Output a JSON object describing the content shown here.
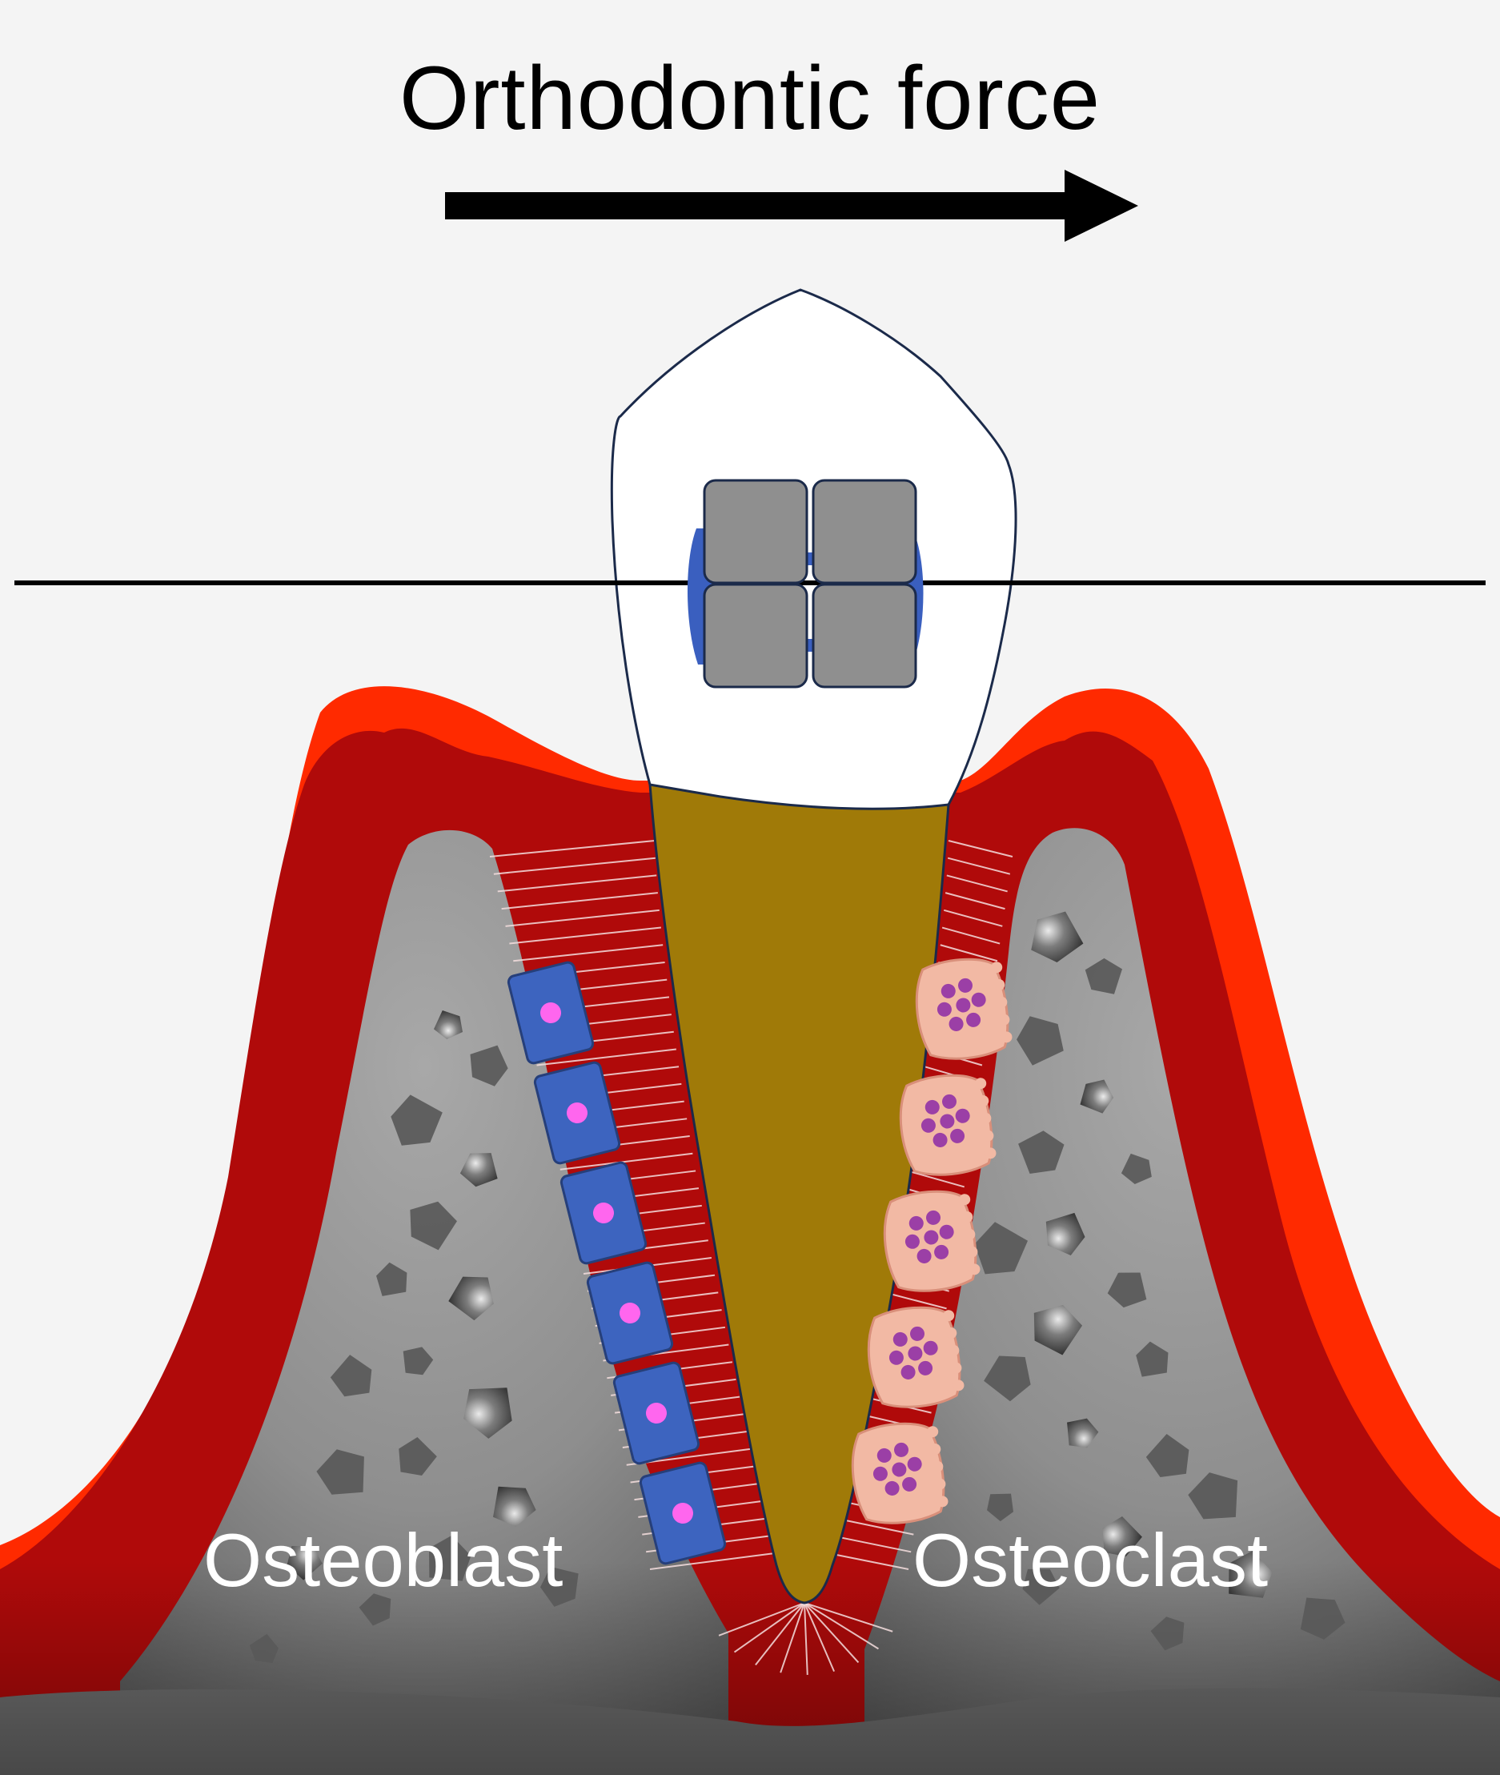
{
  "title": "Orthodontic force",
  "labels": {
    "osteoblast": "Osteoblast",
    "osteoclast": "Osteoclast"
  },
  "force_direction": "right",
  "osteoblast_count": 6,
  "osteoclast_count": 5,
  "colors": {
    "background": "#f4f4f4",
    "gingiva_outer": "#ff2a00",
    "gingiva_inner": "#b00a0a",
    "bone": "#8c8c8c",
    "root": "#a07a08",
    "crown": "#ffffff",
    "tooth_outline": "#1b2a4a",
    "bracket": "#8f8f8f",
    "bracket_base": "#3a5fbf",
    "osteoblast_cell": "#3d64bf",
    "osteoblast_nucleus": "#ff66ee",
    "osteoclast_cell": "#f2b9a4",
    "osteoclast_nuclei": "#9b3fa6",
    "label_text": "#ffffff",
    "arrow": "#000000"
  }
}
